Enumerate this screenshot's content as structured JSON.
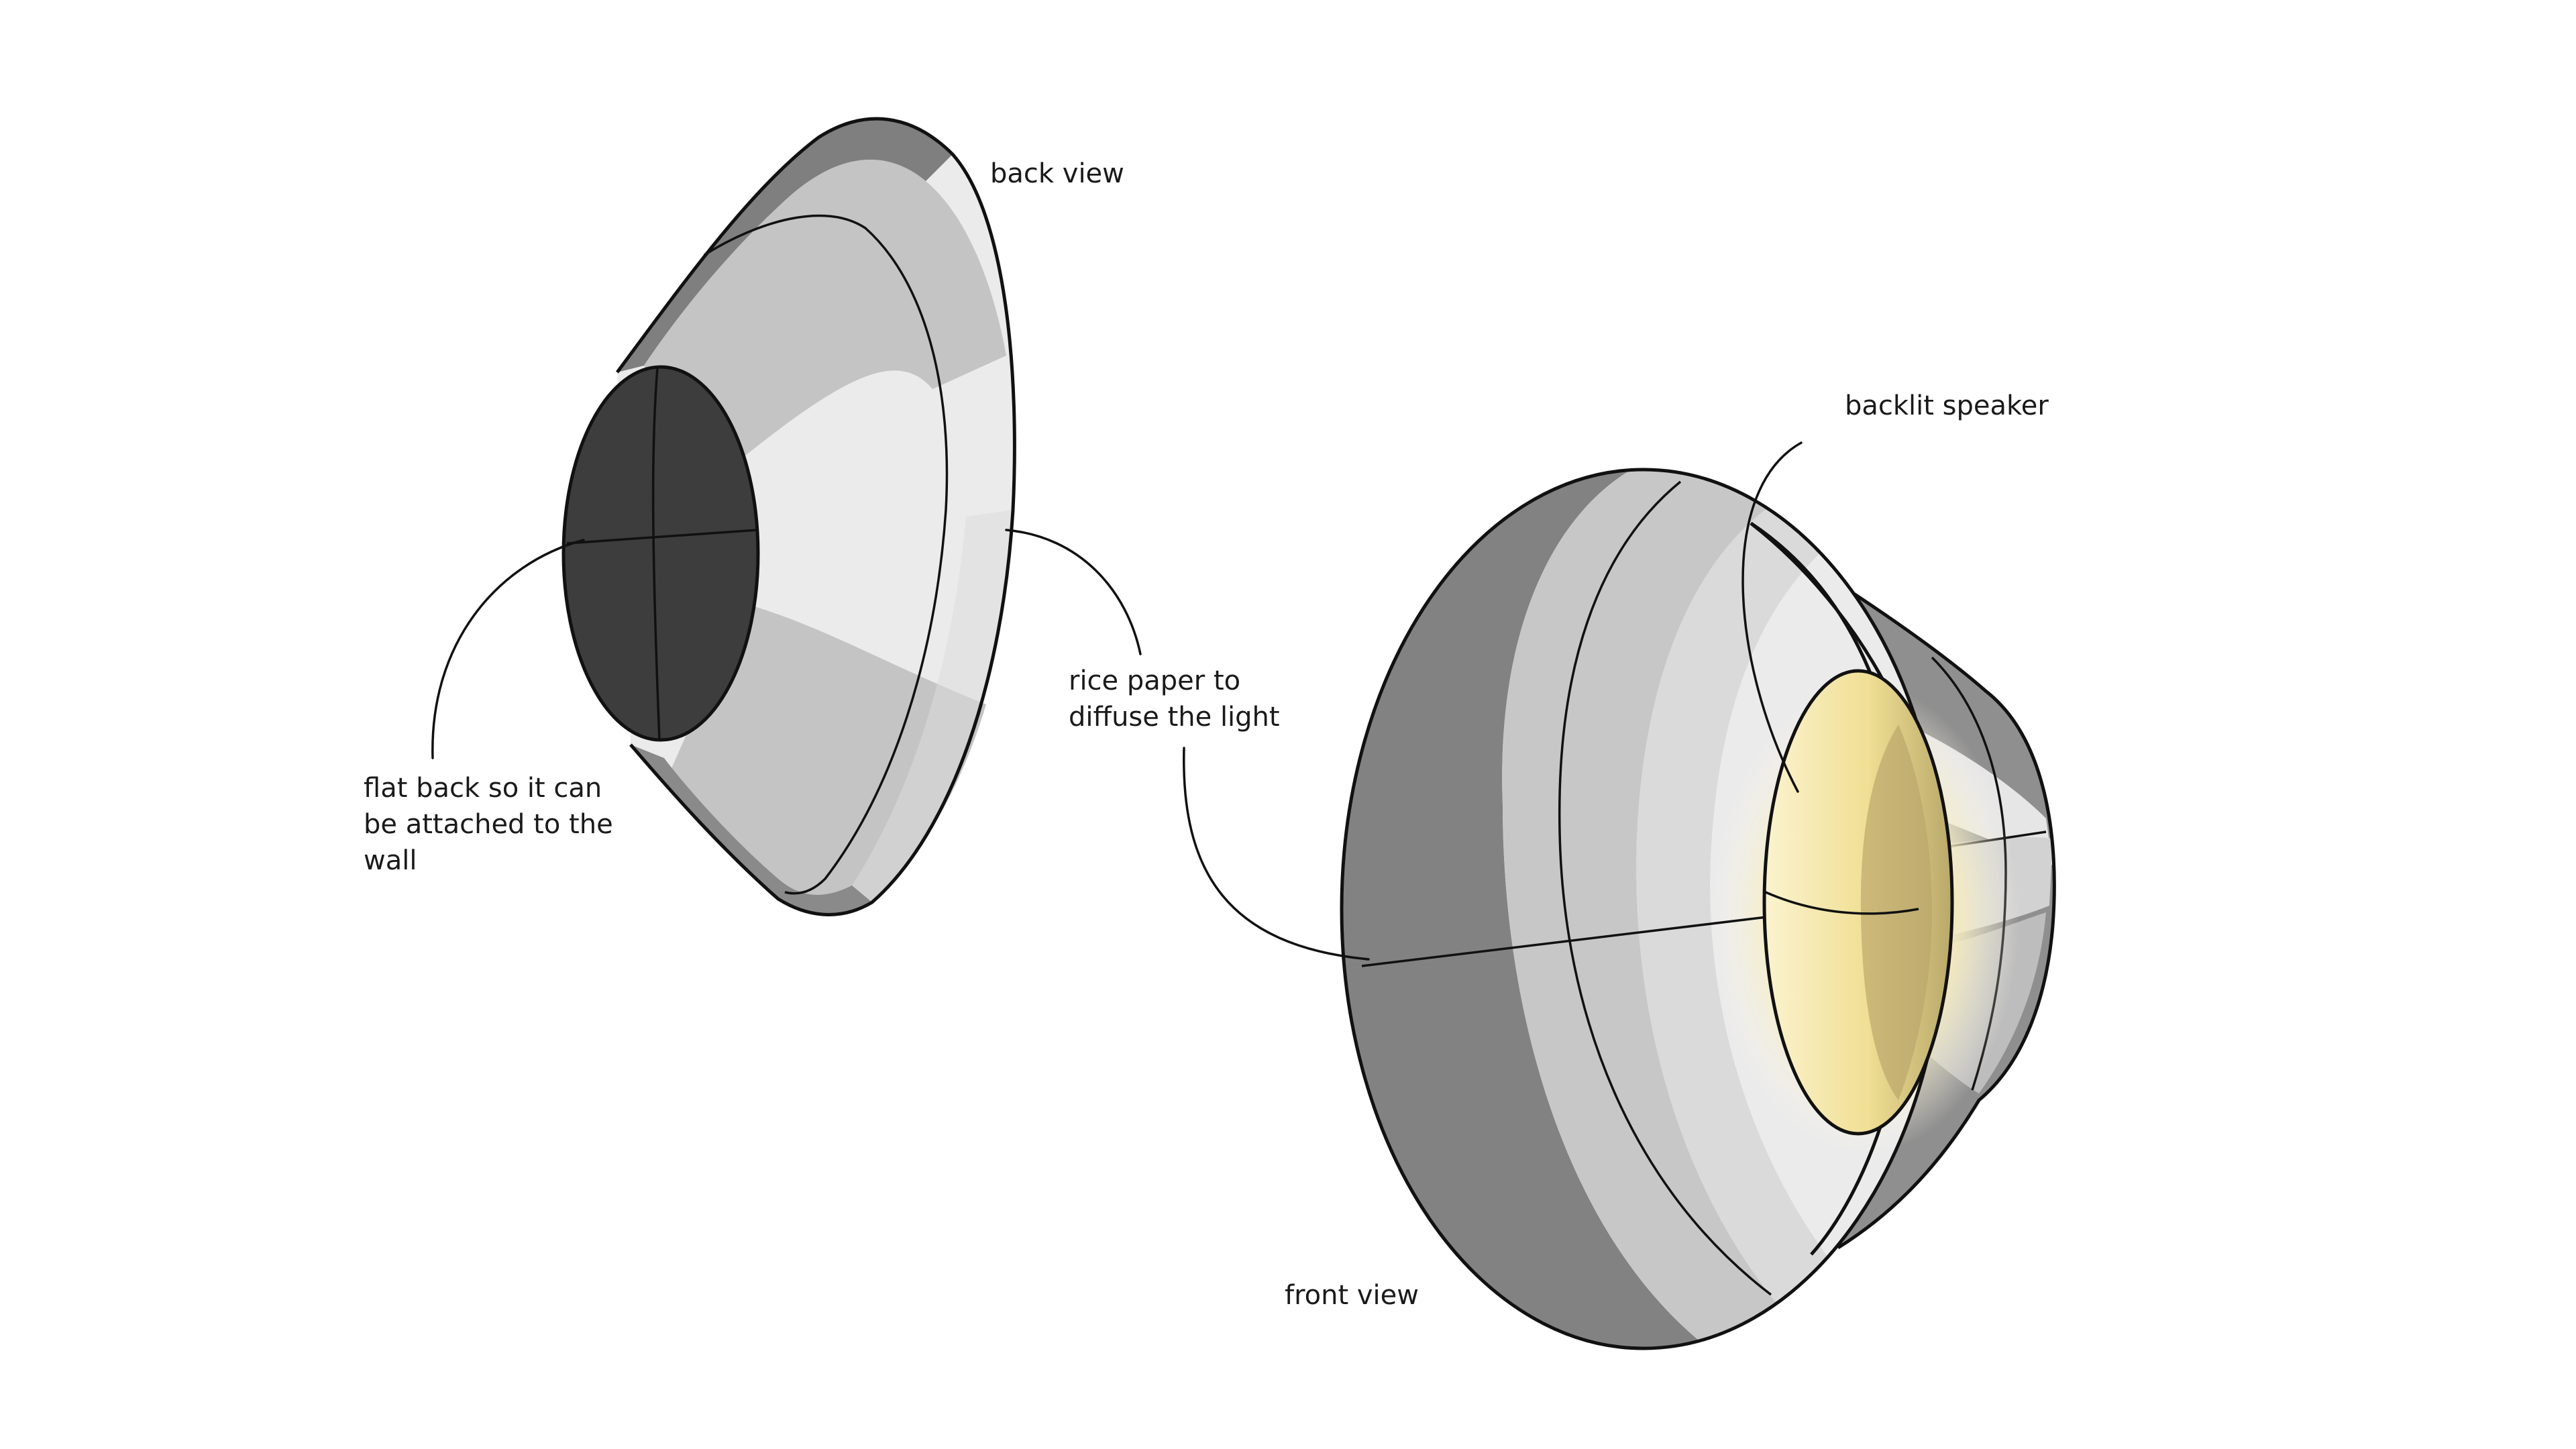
{
  "labels": {
    "back_view": "back view",
    "backlit_speaker": "backlit speaker",
    "rice_paper_line1": "rice paper to",
    "rice_paper_line2": "diffuse the light",
    "flat_back_line1": "flat back so it can",
    "flat_back_line2": "be attached to the",
    "flat_back_line3": "wall",
    "front_view": "front view"
  },
  "colors": {
    "background": "#ffffff",
    "outline": "#111111",
    "shade_darkest": "#3d3d3d",
    "shade_dark": "#7f7f7f",
    "shade_mid": "#bdbdbd",
    "shade_light": "#d8d8d8",
    "shade_lightest": "#ebebeb",
    "glow": "#f2e6a6"
  }
}
